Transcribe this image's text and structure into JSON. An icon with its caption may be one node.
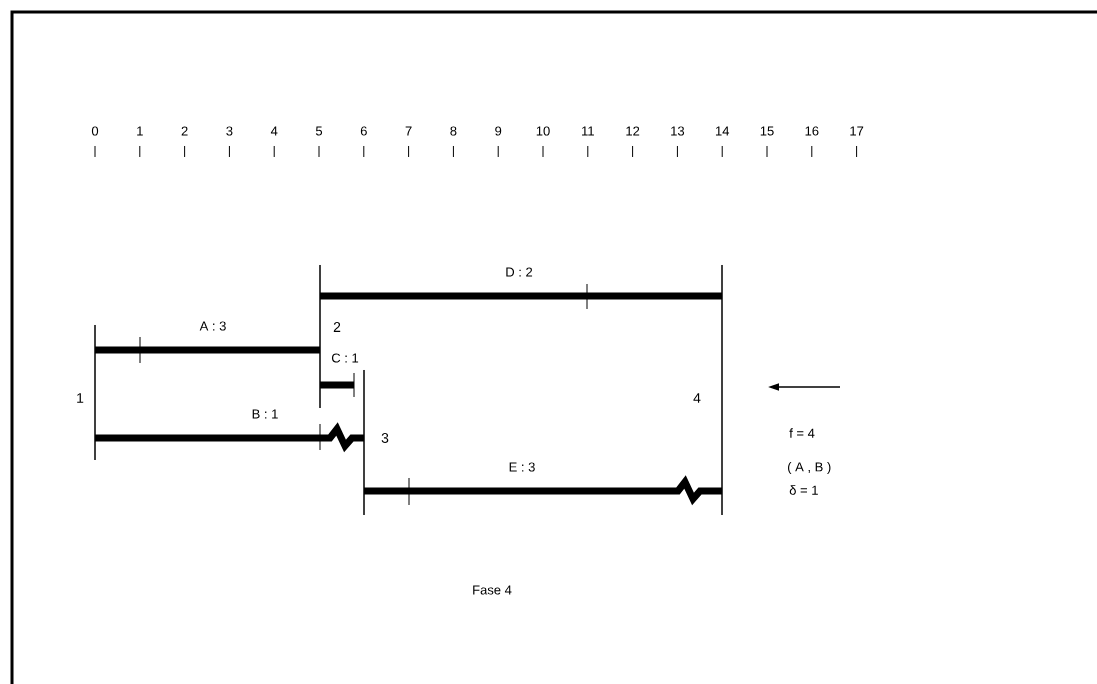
{
  "diagram": {
    "nodes": [
      {
        "text": [
          "1"
        ]
      },
      {
        "text": [
          "2"
        ]
      },
      {
        "text": [
          "3"
        ]
      },
      {
        "text": [
          "4"
        ]
      }
    ],
    "edges": [
      {
        "from": 0,
        "to": 1,
        "arrow": "none",
        "label": "A : 3"
      },
      {
        "from": 0,
        "to": 2,
        "arrow": "none",
        "label": "B : 1"
      },
      {
        "from": 1,
        "to": 2,
        "arrow": "none",
        "label": "C : 1"
      },
      {
        "from": 1,
        "to": 3,
        "arrow": "none",
        "label": "D : 2"
      },
      {
        "from": 2,
        "to": 3,
        "arrow": "none",
        "label": "E : 3"
      }
    ],
    "labels": [
      "0",
      "1",
      "2",
      "3",
      "4",
      "5",
      "6",
      "7",
      "8",
      "9",
      "10",
      "11",
      "12",
      "13",
      "14",
      "15",
      "16",
      "17",
      "f = 4",
      "( A , B )",
      "δ = 1",
      "Fase 4"
    ]
  }
}
